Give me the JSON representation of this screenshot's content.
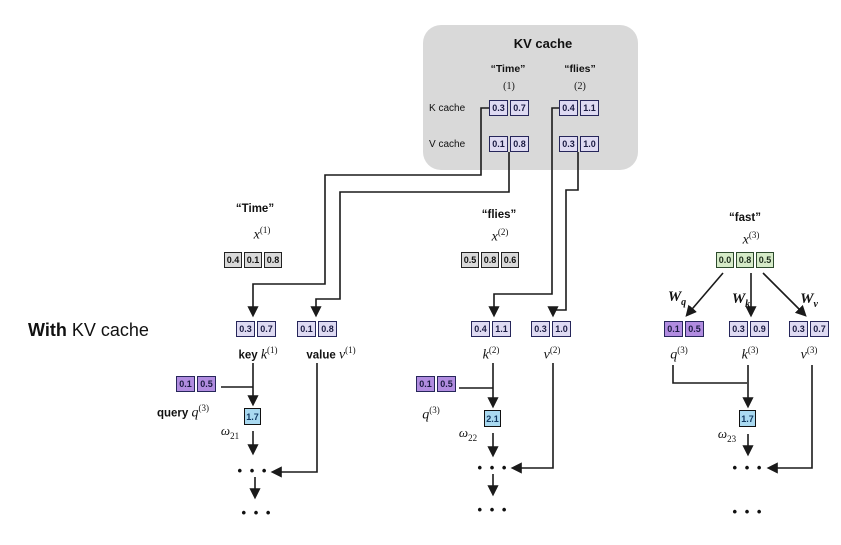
{
  "heading": {
    "bold": "With",
    "rest": " KV cache"
  },
  "panel": {
    "title": "KV cache",
    "col1_word": "“Time”",
    "col1_index": "(1)",
    "col2_word": "“flies”",
    "col2_index": "(2)",
    "row1_label": "K cache",
    "row2_label": "V cache",
    "k_time": [
      "0.3",
      "0.7"
    ],
    "k_flies": [
      "0.4",
      "1.1"
    ],
    "v_time": [
      "0.1",
      "0.8"
    ],
    "v_flies": [
      "0.3",
      "1.0"
    ]
  },
  "tokens": {
    "t1": {
      "word": "“Time”",
      "var": "x",
      "sup": "(1)",
      "cells": [
        "0.4",
        "0.1",
        "0.8"
      ]
    },
    "t2": {
      "word": "“flies”",
      "var": "x",
      "sup": "(2)",
      "cells": [
        "0.5",
        "0.8",
        "0.6"
      ]
    },
    "t3": {
      "word": "“fast”",
      "var": "x",
      "sup": "(3)",
      "cells": [
        "0.0",
        "0.8",
        "0.5"
      ]
    }
  },
  "weights": {
    "wq": {
      "var": "W",
      "sub": "q"
    },
    "wk": {
      "var": "W",
      "sub": "k"
    },
    "wv": {
      "var": "W",
      "sub": "v"
    }
  },
  "vectors": {
    "k1": {
      "prefix": "key ",
      "var": "k",
      "sup": "(1)",
      "cells": [
        "0.3",
        "0.7"
      ]
    },
    "v1": {
      "prefix": "value ",
      "var": "v",
      "sup": "(1)",
      "cells": [
        "0.1",
        "0.8"
      ]
    },
    "k2": {
      "var": "k",
      "sup": "(2)",
      "cells": [
        "0.4",
        "1.1"
      ]
    },
    "v2": {
      "var": "v",
      "sup": "(2)",
      "cells": [
        "0.3",
        "1.0"
      ]
    },
    "q3_right": {
      "var": "q",
      "sup": "(3)",
      "cells": [
        "0.1",
        "0.5"
      ]
    },
    "k3": {
      "var": "k",
      "sup": "(3)",
      "cells": [
        "0.3",
        "0.9"
      ]
    },
    "v3": {
      "var": "v",
      "sup": "(3)",
      "cells": [
        "0.3",
        "0.7"
      ]
    },
    "q3_left": {
      "prefix": "query ",
      "var": "q",
      "sup": "(3)",
      "cells": [
        "0.1",
        "0.5"
      ]
    },
    "q3_mid": {
      "var": "q",
      "sup": "(3)",
      "cells": [
        "0.1",
        "0.5"
      ]
    }
  },
  "omegas": {
    "w21": {
      "var": "ω",
      "sub": "21",
      "value": "1.7"
    },
    "w22": {
      "var": "ω",
      "sub": "22",
      "value": "2.1"
    },
    "w23": {
      "var": "ω",
      "sub": "23",
      "value": "1.7"
    }
  },
  "dots": "• • •",
  "colors": {
    "panel_bg": "#d9d9d9",
    "cell_lavender": "#dedaf2",
    "cell_purple": "#b18ce0",
    "cell_blue": "#a9d9f0",
    "cell_green": "#d6ebc8",
    "cell_gray": "#d9d9d9",
    "line": "#1a1a1a"
  }
}
